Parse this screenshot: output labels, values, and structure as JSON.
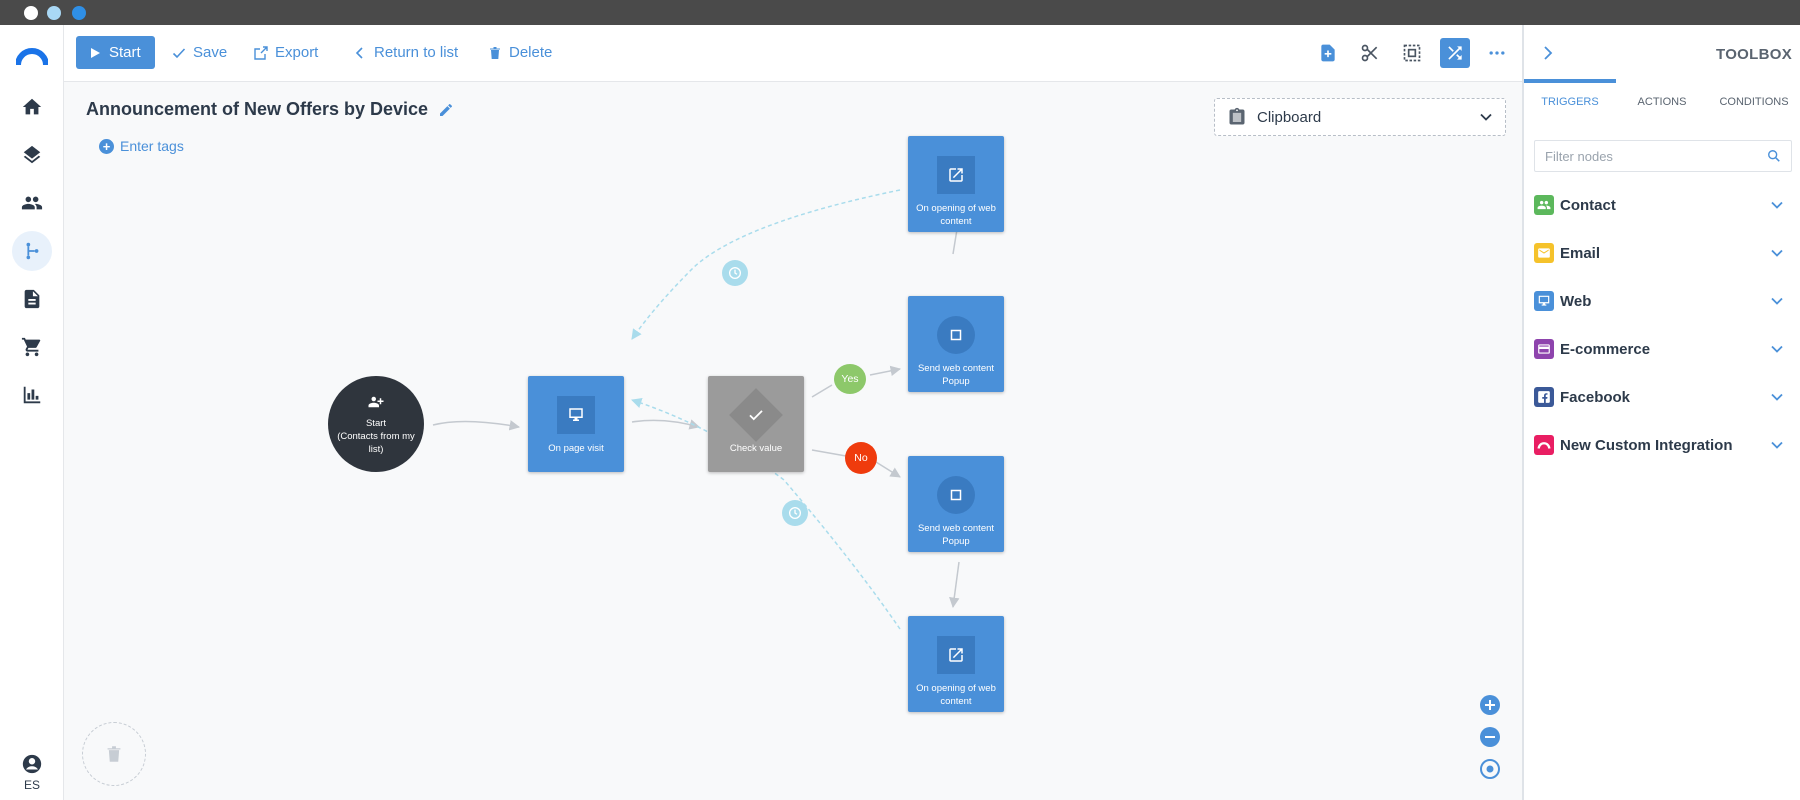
{
  "window": {
    "dot_colors": [
      "#ffffff",
      "#a9d8f5",
      "#2f8fe6"
    ]
  },
  "nav": {
    "items": [
      {
        "name": "home",
        "icon": "home-icon"
      },
      {
        "name": "layers",
        "icon": "layers-icon"
      },
      {
        "name": "contacts",
        "icon": "people-icon"
      },
      {
        "name": "workflows",
        "icon": "workflow-icon",
        "active": true
      },
      {
        "name": "documents",
        "icon": "document-icon"
      },
      {
        "name": "shop",
        "icon": "cart-icon"
      },
      {
        "name": "reports",
        "icon": "bar-chart-icon"
      }
    ],
    "user_locale": "ES"
  },
  "toolbar": {
    "start_label": "Start",
    "save_label": "Save",
    "export_label": "Export",
    "return_label": "Return to list",
    "delete_label": "Delete",
    "tools": [
      "add-node-icon",
      "cut-icon",
      "select-icon",
      "shuffle-icon",
      "more-icon"
    ]
  },
  "workflow": {
    "title": "Announcement of New Offers by Device",
    "tags_label": "Enter tags",
    "clipboard_label": "Clipboard",
    "nodes": {
      "start": {
        "title": "Start",
        "subtitle": "(Contacts from my list)"
      },
      "page_visit": "On page visit",
      "check_value": "Check value",
      "web_open_top": "On opening of web content",
      "send_popup_top": "Send web content Popup",
      "send_popup_bottom": "Send web content Popup",
      "web_open_bottom": "On opening of web content"
    },
    "branches": {
      "yes": "Yes",
      "no": "No"
    }
  },
  "toolbox": {
    "title": "TOOLBOX",
    "tabs": [
      "TRIGGERS",
      "ACTIONS",
      "CONDITIONS"
    ],
    "active_tab": "TRIGGERS",
    "filter_placeholder": "Filter nodes",
    "categories": [
      {
        "label": "Contact",
        "color": "#5cb85c",
        "icon": "people-icon"
      },
      {
        "label": "Email",
        "color": "#f5c22b",
        "icon": "envelope-icon"
      },
      {
        "label": "Web",
        "color": "#4a90d9",
        "icon": "monitor-icon"
      },
      {
        "label": "E-commerce",
        "color": "#8e44ad",
        "icon": "card-icon"
      },
      {
        "label": "Facebook",
        "color": "#3b5998",
        "icon": "facebook-icon"
      },
      {
        "label": "New Custom Integration",
        "color": "#e91e63",
        "icon": "integration-icon"
      }
    ]
  },
  "colors": {
    "accent": "#4a90d9",
    "yes": "#8dc86a",
    "no": "#ef3b0d",
    "timer": "#a9dcec"
  }
}
